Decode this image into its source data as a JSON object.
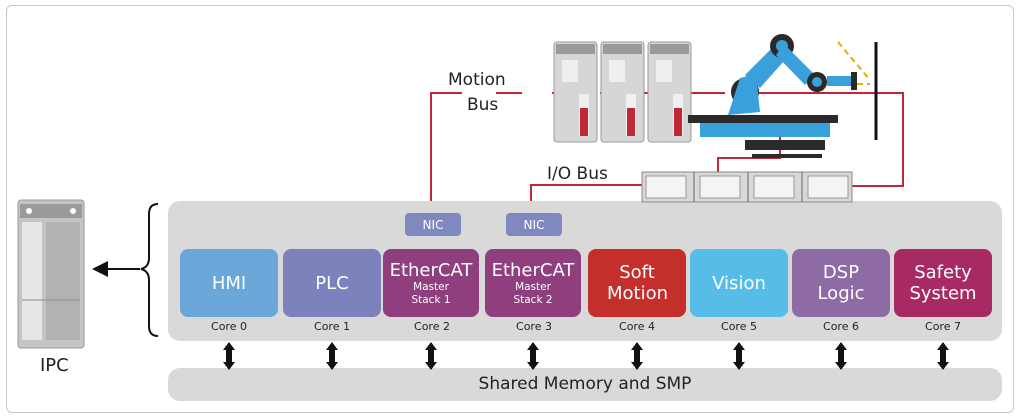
{
  "labels": {
    "motion_bus_1": "Motion",
    "motion_bus_2": "Bus",
    "io_bus": "I/O Bus",
    "ipc": "IPC",
    "shared_memory": "Shared Memory and SMP",
    "nic_1": "NIC",
    "nic_2": "NIC"
  },
  "cores": [
    {
      "name": "HMI",
      "sub": "",
      "core": "Core 0",
      "color": "#6aa6d8"
    },
    {
      "name": "PLC",
      "sub": "",
      "core": "Core 1",
      "color": "#7d82bd"
    },
    {
      "name": "EtherCAT",
      "sub": "Master Stack 1",
      "core": "Core 2",
      "color": "#8f3e7e"
    },
    {
      "name": "EtherCAT",
      "sub": "Master Stack 2",
      "core": "Core 3",
      "color": "#8f3e7e"
    },
    {
      "name": "Soft Motion",
      "sub": "",
      "core": "Core 4",
      "color": "#c42f2c"
    },
    {
      "name": "Vision",
      "sub": "",
      "core": "Core 5",
      "color": "#55bde8"
    },
    {
      "name": "DSP Logic",
      "sub": "",
      "core": "Core 6",
      "color": "#8f6ba6"
    },
    {
      "name": "Safety System",
      "sub": "",
      "core": "Core 7",
      "color": "#a82a63"
    }
  ],
  "colors": {
    "bus_line": "#c0283a",
    "panel": "#d9d9d9",
    "nic": "#8088c0",
    "robot_blue": "#3aa0dc"
  }
}
